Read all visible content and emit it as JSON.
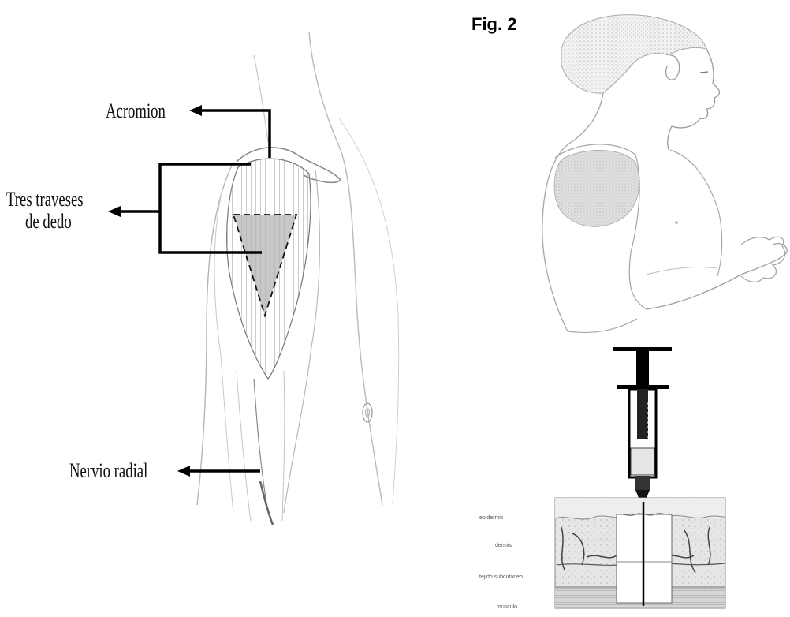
{
  "figure": {
    "title": "Fig. 2"
  },
  "arm_diagram": {
    "labels": {
      "acromion": "Acromion",
      "three_fingers_line1": "Tres traveses",
      "three_fingers_line2": "de dedo",
      "radial_nerve": "Nervio radial"
    }
  },
  "skin_layers": {
    "labels": [
      "epidermis",
      "dermis",
      "tejido subcutáneo",
      "músculo"
    ]
  }
}
